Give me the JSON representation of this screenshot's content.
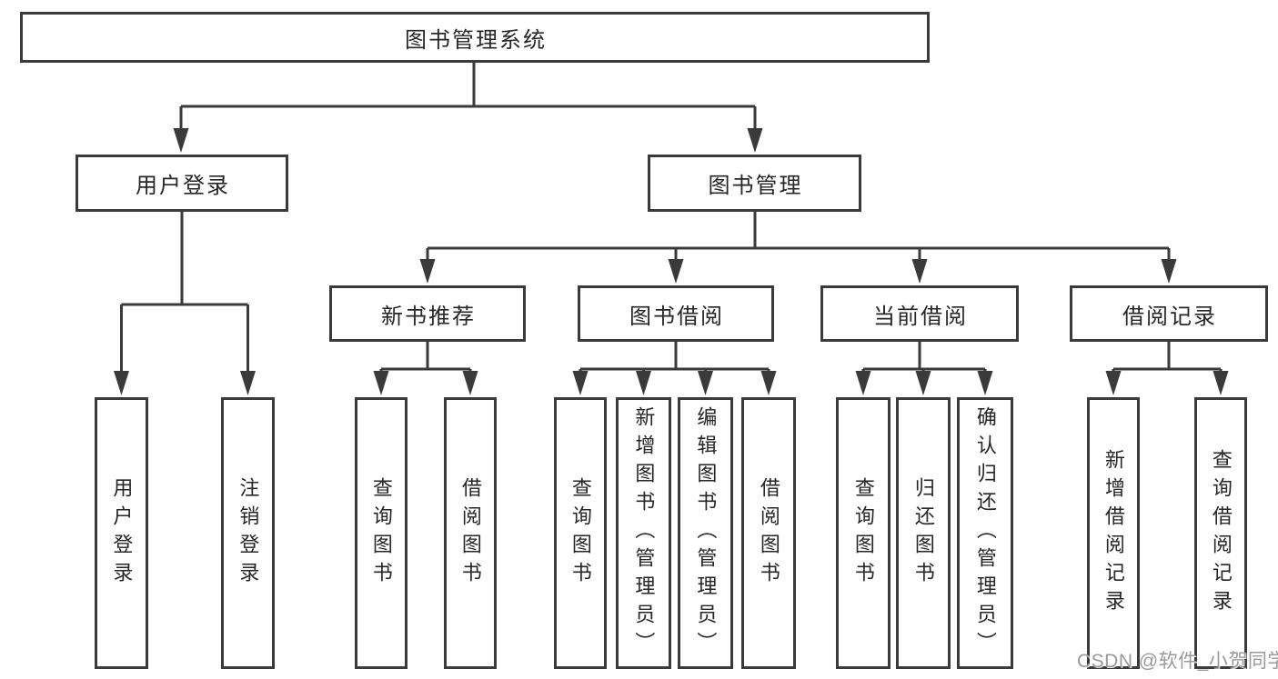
{
  "tree": {
    "root_label": "图书管理系统",
    "children": [
      {
        "label": "用户登录",
        "children": [
          {
            "label": "用户登录"
          },
          {
            "label": "注销登录"
          }
        ]
      },
      {
        "label": "图书管理",
        "children": [
          {
            "label": "新书推荐",
            "children": [
              {
                "label": "查询图书"
              },
              {
                "label": "借阅图书"
              }
            ]
          },
          {
            "label": "图书借阅",
            "children": [
              {
                "label": "查询图书"
              },
              {
                "label": "新增图书（管理员）"
              },
              {
                "label": "编辑图书（管理员）"
              },
              {
                "label": "借阅图书"
              }
            ]
          },
          {
            "label": "当前借阅",
            "children": [
              {
                "label": "查询图书"
              },
              {
                "label": "归还图书"
              },
              {
                "label": "确认归还（管理员）"
              }
            ]
          },
          {
            "label": "借阅记录",
            "children": [
              {
                "label": "新增借阅记录"
              },
              {
                "label": "查询借阅记录"
              }
            ]
          }
        ]
      }
    ]
  },
  "watermark": {
    "text": "CSDN @软件_小贺同学"
  },
  "style": {
    "line_color": "#3a3a3a",
    "text_color": "#262626",
    "box_background": "#ffffff",
    "watermark_color": "#999999"
  }
}
